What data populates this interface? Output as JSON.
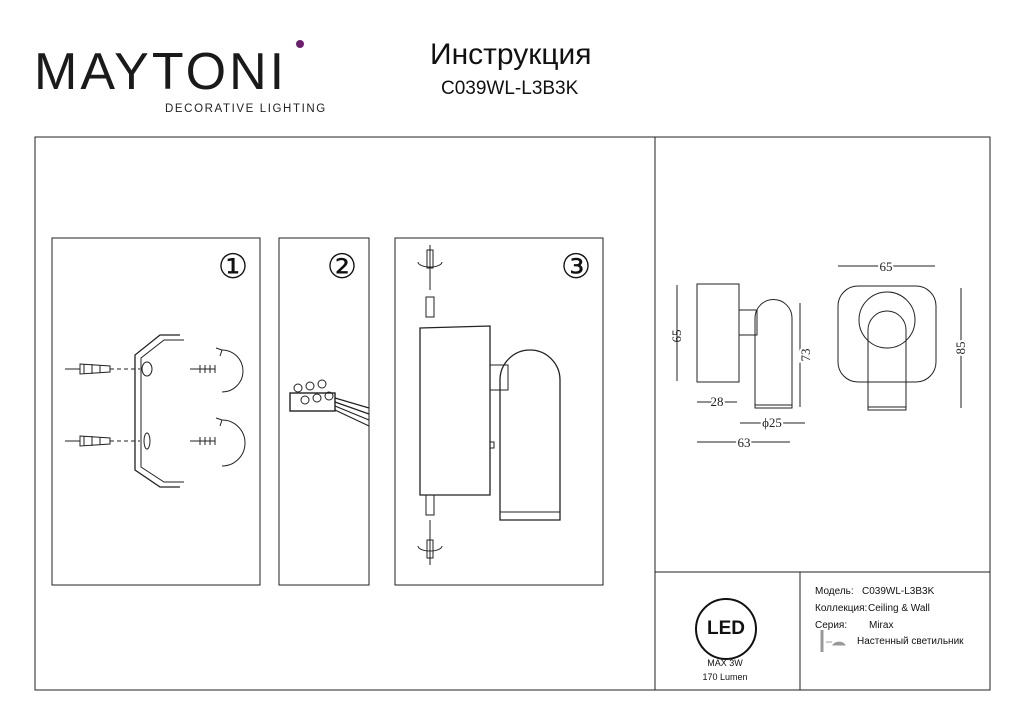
{
  "header": {
    "brand": "MAYTONI",
    "tagline": "DECORATIVE LIGHTING",
    "title": "Инструкция",
    "model": "C039WL-L3B3K"
  },
  "steps": [
    {
      "number": "①"
    },
    {
      "number": "②"
    },
    {
      "number": "③"
    }
  ],
  "dimensions": {
    "side_height": "65",
    "side_depth": "28",
    "diameter": "ϕ25",
    "total_depth": "63",
    "lamp_height": "73",
    "front_width": "65",
    "front_height": "85"
  },
  "specs": {
    "led_label": "LED",
    "max_power": "MAX 3W",
    "lumen": "170 Lumen",
    "model_label": "Модель:",
    "model_value": "C039WL-L3B3K",
    "collection_label": "Коллекция:",
    "collection_value": "Ceiling & Wall",
    "series_label": "Серия:",
    "series_value": "Mirax",
    "type_value": "Настенный светильник"
  }
}
